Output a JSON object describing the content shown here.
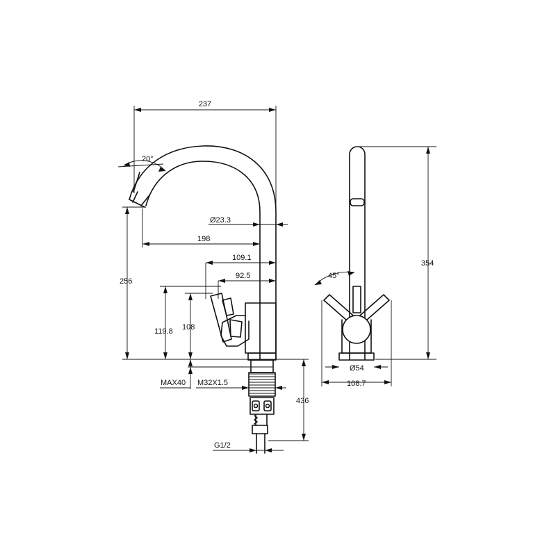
{
  "dimensions": {
    "d237": "237",
    "angle20": "20°",
    "dia23": "Ø23.3",
    "d198": "198",
    "d109": "109.1",
    "d92": "92.5",
    "d256": "256",
    "d119": "119.8",
    "d108": "108",
    "max40": "MAX40",
    "m32": "M32X1.5",
    "d436": "436",
    "g12": "G1/2",
    "angle45": "45°",
    "d354": "354",
    "dia54": "Ø54",
    "d1087": "108.7"
  }
}
